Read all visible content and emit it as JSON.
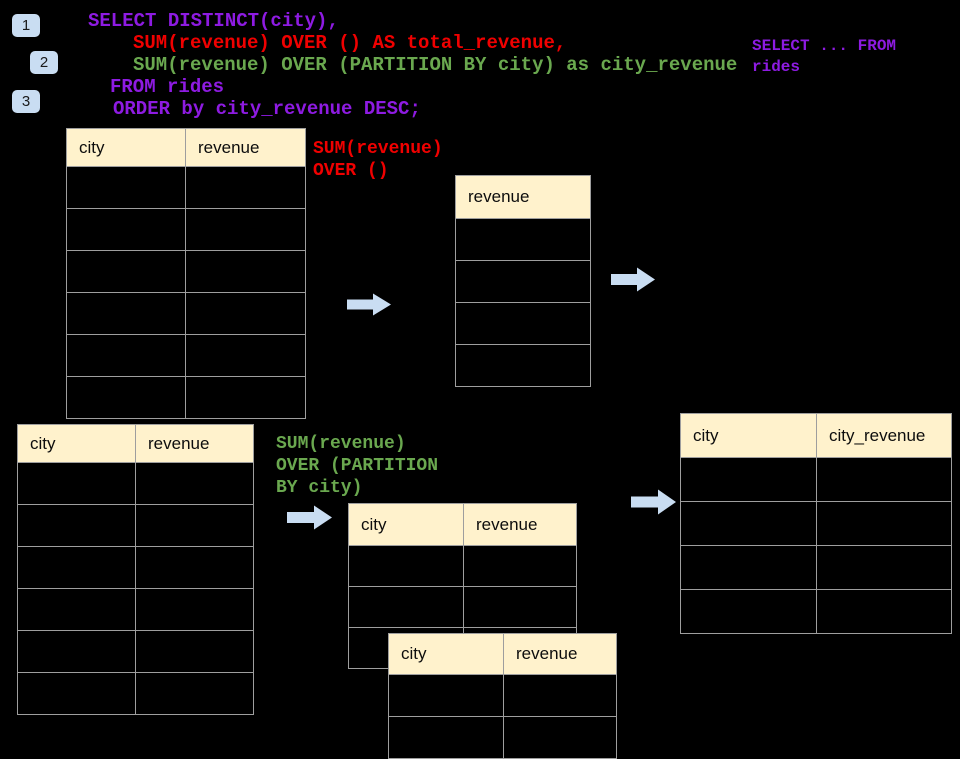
{
  "palette": {
    "code_purple": "#8E1BE2",
    "code_red": "#F00000",
    "code_green": "#6AA84F",
    "table_header_bg": "#FFF2CC",
    "table_border": "#9E9E9E",
    "arrow_blue": "#C9DDF2",
    "badge_blue": "#C9DDF2"
  },
  "step_badges": {
    "step1": "1",
    "step2": "2",
    "step3": "3"
  },
  "sql_code": {
    "line1": "SELECT DISTINCT(city),",
    "line2": "SUM(revenue) OVER () AS total_revenue,",
    "line3": "SUM(revenue) OVER (PARTITION BY city) as city_revenue",
    "line4": "FROM rides",
    "line5": "ORDER by city_revenue DESC;"
  },
  "side_note": {
    "line1": "SELECT ... FROM",
    "line2": "rides"
  },
  "annotation_total": {
    "line1": "SUM(revenue)",
    "line2": "OVER ()"
  },
  "annotation_partition": {
    "line1": "SUM(revenue)",
    "line2": "OVER (PARTITION",
    "line3": "BY city)"
  },
  "tables": {
    "source_top": {
      "headers": {
        "col1": "city",
        "col2": "revenue"
      },
      "body_rows": 6
    },
    "revenue_only": {
      "headers": {
        "col1": "revenue"
      },
      "body_rows": 4
    },
    "source_bottom": {
      "headers": {
        "col1": "city",
        "col2": "revenue"
      },
      "body_rows": 6
    },
    "partition_mid": {
      "headers": {
        "col1": "city",
        "col2": "revenue"
      },
      "body_rows": 3
    },
    "partition_front": {
      "headers": {
        "col1": "city",
        "col2": "revenue"
      },
      "body_rows": 2
    },
    "result": {
      "headers": {
        "col1": "city",
        "col2": "city_revenue"
      },
      "body_rows": 4
    }
  }
}
